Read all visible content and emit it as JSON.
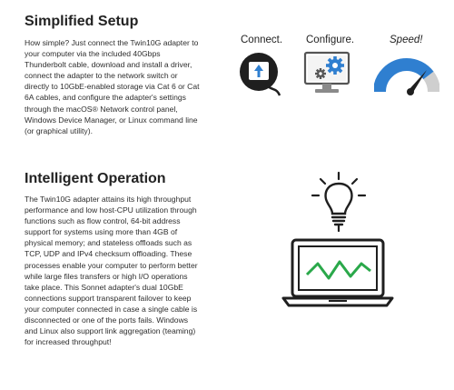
{
  "simplified_setup": {
    "title": "Simplified Setup",
    "lines": [
      "How simple? Just connect the Twin10G adapter to",
      "your computer via the included 40Gbps",
      "Thunderbolt cable, download and install a driver,",
      "connect the adapter to the network switch or",
      "directly to 10GbE-enabled storage via Cat 6 or Cat",
      "6A cables, and configure the adapter's settings",
      "through the macOS® Network control panel,",
      "Windows Device Manager, or Linux command line",
      "(or graphical utility)."
    ]
  },
  "steps": {
    "connect": "Connect.",
    "configure": "Configure.",
    "speed": "Speed!"
  },
  "intelligent_operation": {
    "title": "Intelligent Operation",
    "lines": [
      "The Twin10G adapter attains its high throughput",
      "performance and low host-CPU utilization through",
      "functions such as flow control, 64-bit address",
      "support for systems using more than 4GB of",
      "physical memory; and stateless offloads such as",
      "TCP, UDP and IPv4 checksum offloading. These",
      "processes enable your computer to perform better",
      "while large files transfers or high I/O operations",
      "take place. This Sonnet adapter's dual 10GbE",
      "connections support transparent failover to keep",
      "your computer connected in case a single cable is",
      "disconnected or one of the ports fails. Windows",
      "and Linux also support link aggregation (teaming)",
      "for increased throughput!"
    ]
  },
  "colors": {
    "accent_blue": "#2f7fd0",
    "accent_green": "#2aa84a",
    "icon_dark": "#1f1f1f",
    "gauge_gray": "#cfcfcf"
  },
  "icons": [
    "thunderbolt-plug-icon",
    "monitor-gear-icon",
    "speed-gauge-icon",
    "lightbulb-icon",
    "laptop-graph-icon"
  ]
}
